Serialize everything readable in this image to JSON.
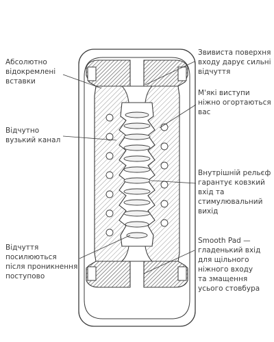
{
  "colors": {
    "ink": "#3a3a3a",
    "hatch": "#555555",
    "body_fill": "#f1f1f1",
    "background": "#ffffff"
  },
  "annotations": {
    "inserts": [
      "Абсолютно",
      "відокремлені",
      "вставки"
    ],
    "narrow_channel": [
      "Відчутно",
      "вузький канал"
    ],
    "sensation_increase": [
      "Відчуття",
      "посилюються",
      "після проникнення",
      "поступово"
    ],
    "wavy_surface": [
      "Звивиста поверхня",
      "входу дарує сильні",
      "відчуття"
    ],
    "soft_bumps": [
      "М'які виступи",
      "ніжно огортаються",
      "вас"
    ],
    "inner_relief": [
      "Внутрішній рельєф",
      "гарантує ковзкий",
      "вхід та",
      "стимулювальний",
      "вихід"
    ],
    "smooth_pad": [
      "Smooth Pad —",
      "гладенький вхід",
      "для щільного",
      "ніжного входу",
      "та змащення",
      "усього стовбура"
    ]
  }
}
